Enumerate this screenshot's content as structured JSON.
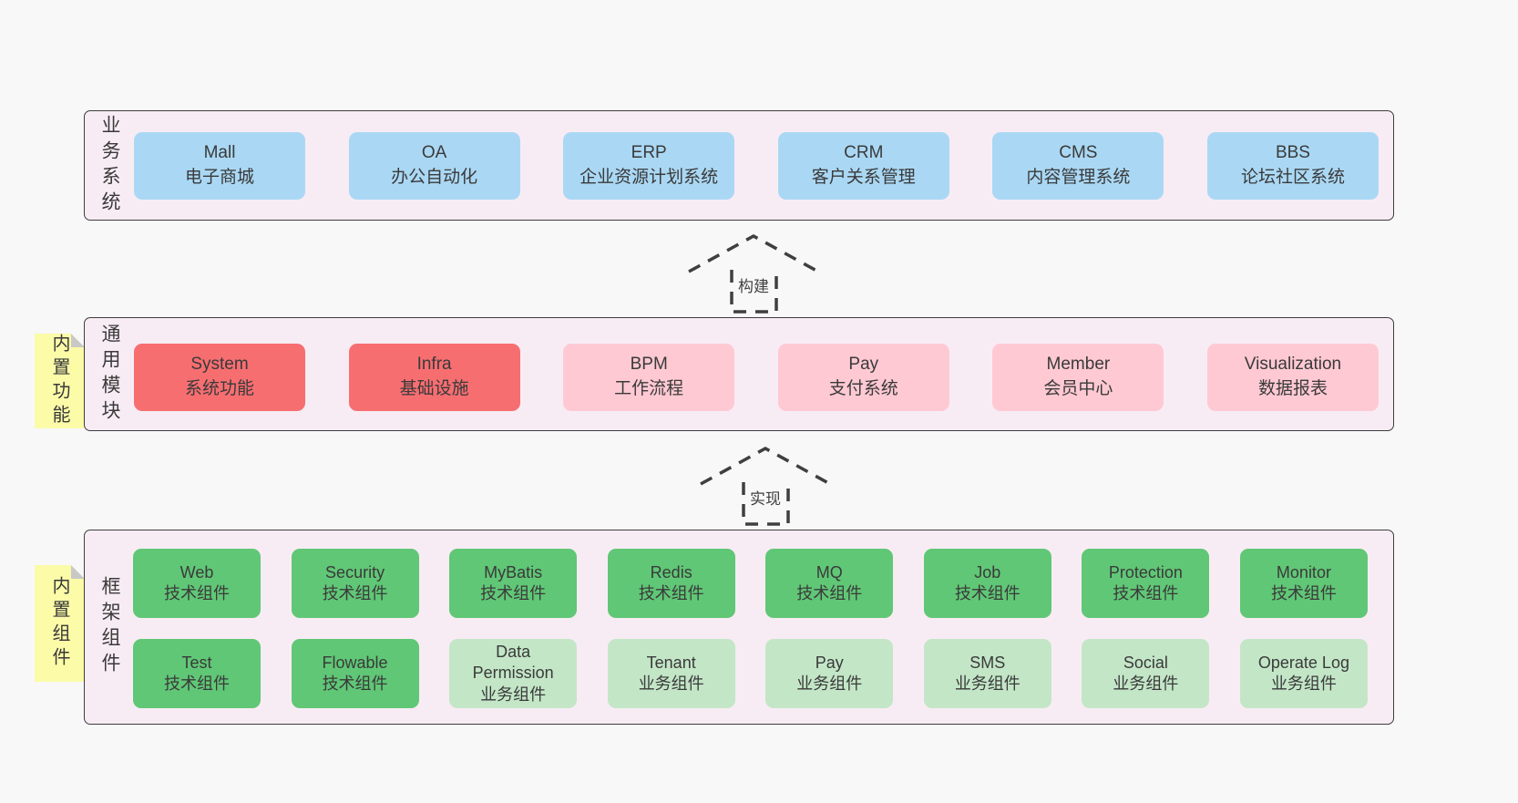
{
  "colors": {
    "page_bg": "#F8F8F8",
    "panel_bg": "#F8ECF4",
    "panel_border": "#3D3D3D",
    "business_box_blue": "#AAD8F4",
    "core_module_box_red": "#F76E71",
    "module_box_pink": "#FFC9D3",
    "tech_component_box_green": "#60C776",
    "biz_component_box_lightgreen": "#C3E6C7",
    "sticky_note_yellow": "#FBFBA8",
    "sticky_fold_gray": "#C8C8C8",
    "text": "#3A3A3A"
  },
  "arrows": [
    {
      "label": "构建"
    },
    {
      "label": "实现"
    }
  ],
  "sections": {
    "business": {
      "side_label": "业务系统",
      "boxes": [
        {
          "name": "Mall",
          "desc": "电子商城"
        },
        {
          "name": "OA",
          "desc": "办公自动化"
        },
        {
          "name": "ERP",
          "desc": "企业资源计划系统"
        },
        {
          "name": "CRM",
          "desc": "客户关系管理"
        },
        {
          "name": "CMS",
          "desc": "内容管理系统"
        },
        {
          "name": "BBS",
          "desc": "论坛社区系统"
        }
      ]
    },
    "modules": {
      "side_label": "通用模块",
      "sticky_label": "内置功能",
      "boxes": [
        {
          "name": "System",
          "desc": "系统功能",
          "variant": "core"
        },
        {
          "name": "Infra",
          "desc": "基础设施",
          "variant": "core"
        },
        {
          "name": "BPM",
          "desc": "工作流程",
          "variant": "normal"
        },
        {
          "name": "Pay",
          "desc": "支付系统",
          "variant": "normal"
        },
        {
          "name": "Member",
          "desc": "会员中心",
          "variant": "normal"
        },
        {
          "name": "Visualization",
          "desc": "数据报表",
          "variant": "normal"
        }
      ]
    },
    "components": {
      "side_label": "框架组件",
      "sticky_label": "内置组件",
      "row1": [
        {
          "name": "Web",
          "desc": "技术组件",
          "variant": "tech"
        },
        {
          "name": "Security",
          "desc": "技术组件",
          "variant": "tech"
        },
        {
          "name": "MyBatis",
          "desc": "技术组件",
          "variant": "tech"
        },
        {
          "name": "Redis",
          "desc": "技术组件",
          "variant": "tech"
        },
        {
          "name": "MQ",
          "desc": "技术组件",
          "variant": "tech"
        },
        {
          "name": "Job",
          "desc": "技术组件",
          "variant": "tech"
        },
        {
          "name": "Protection",
          "desc": "技术组件",
          "variant": "tech"
        },
        {
          "name": "Monitor",
          "desc": "技术组件",
          "variant": "tech"
        }
      ],
      "row2": [
        {
          "name": "Test",
          "desc": "技术组件",
          "variant": "tech"
        },
        {
          "name": "Flowable",
          "desc": "技术组件",
          "variant": "tech"
        },
        {
          "name": "Data Permission",
          "desc": "业务组件",
          "variant": "biz"
        },
        {
          "name": "Tenant",
          "desc": "业务组件",
          "variant": "biz"
        },
        {
          "name": "Pay",
          "desc": "业务组件",
          "variant": "biz"
        },
        {
          "name": "SMS",
          "desc": "业务组件",
          "variant": "biz"
        },
        {
          "name": "Social",
          "desc": "业务组件",
          "variant": "biz"
        },
        {
          "name": "Operate Log",
          "desc": "业务组件",
          "variant": "biz"
        }
      ]
    }
  }
}
